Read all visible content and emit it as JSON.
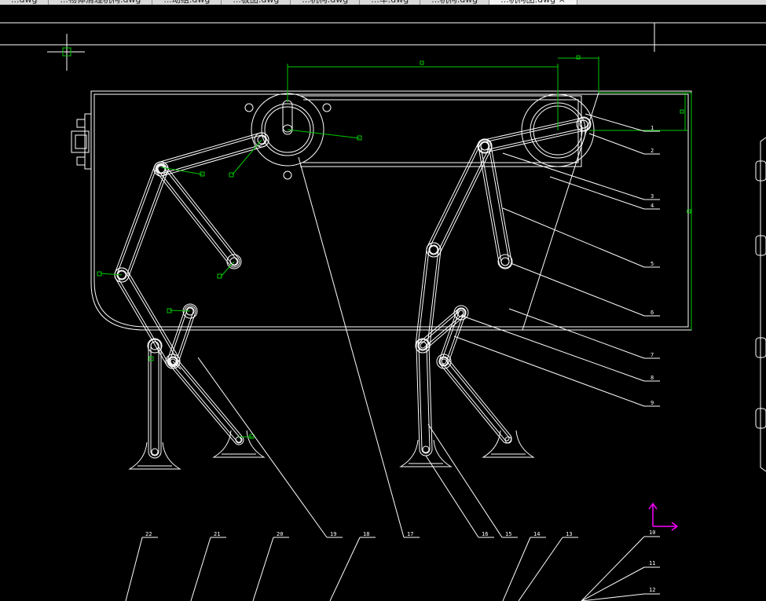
{
  "tabs": [
    {
      "label": "...dwg"
    },
    {
      "label": "...物体清理机构.dwg"
    },
    {
      "label": "...动组.dwg"
    },
    {
      "label": "...板图.dwg"
    },
    {
      "label": "...机构.dwg"
    },
    {
      "label": "...车.dwg"
    },
    {
      "label": "...机构.dwg"
    },
    {
      "label": "...机构图.dwg ×",
      "active": true
    }
  ],
  "callouts_right": [
    "1",
    "2",
    "3",
    "4",
    "5",
    "6",
    "7",
    "8",
    "9",
    "10",
    "11",
    "12"
  ],
  "callouts_bottom": [
    "22",
    "21",
    "20",
    "19",
    "18",
    "17",
    "16",
    "15",
    "14",
    "13"
  ],
  "colors": {
    "background": "#000000",
    "lines": "#ffffff",
    "dimensions": "#00c800",
    "ucs_icon": "#ff00ff",
    "tab_bar": "#d9d9d9"
  },
  "icons": [
    "crosshair-cursor-icon",
    "ucs-axis-icon"
  ]
}
